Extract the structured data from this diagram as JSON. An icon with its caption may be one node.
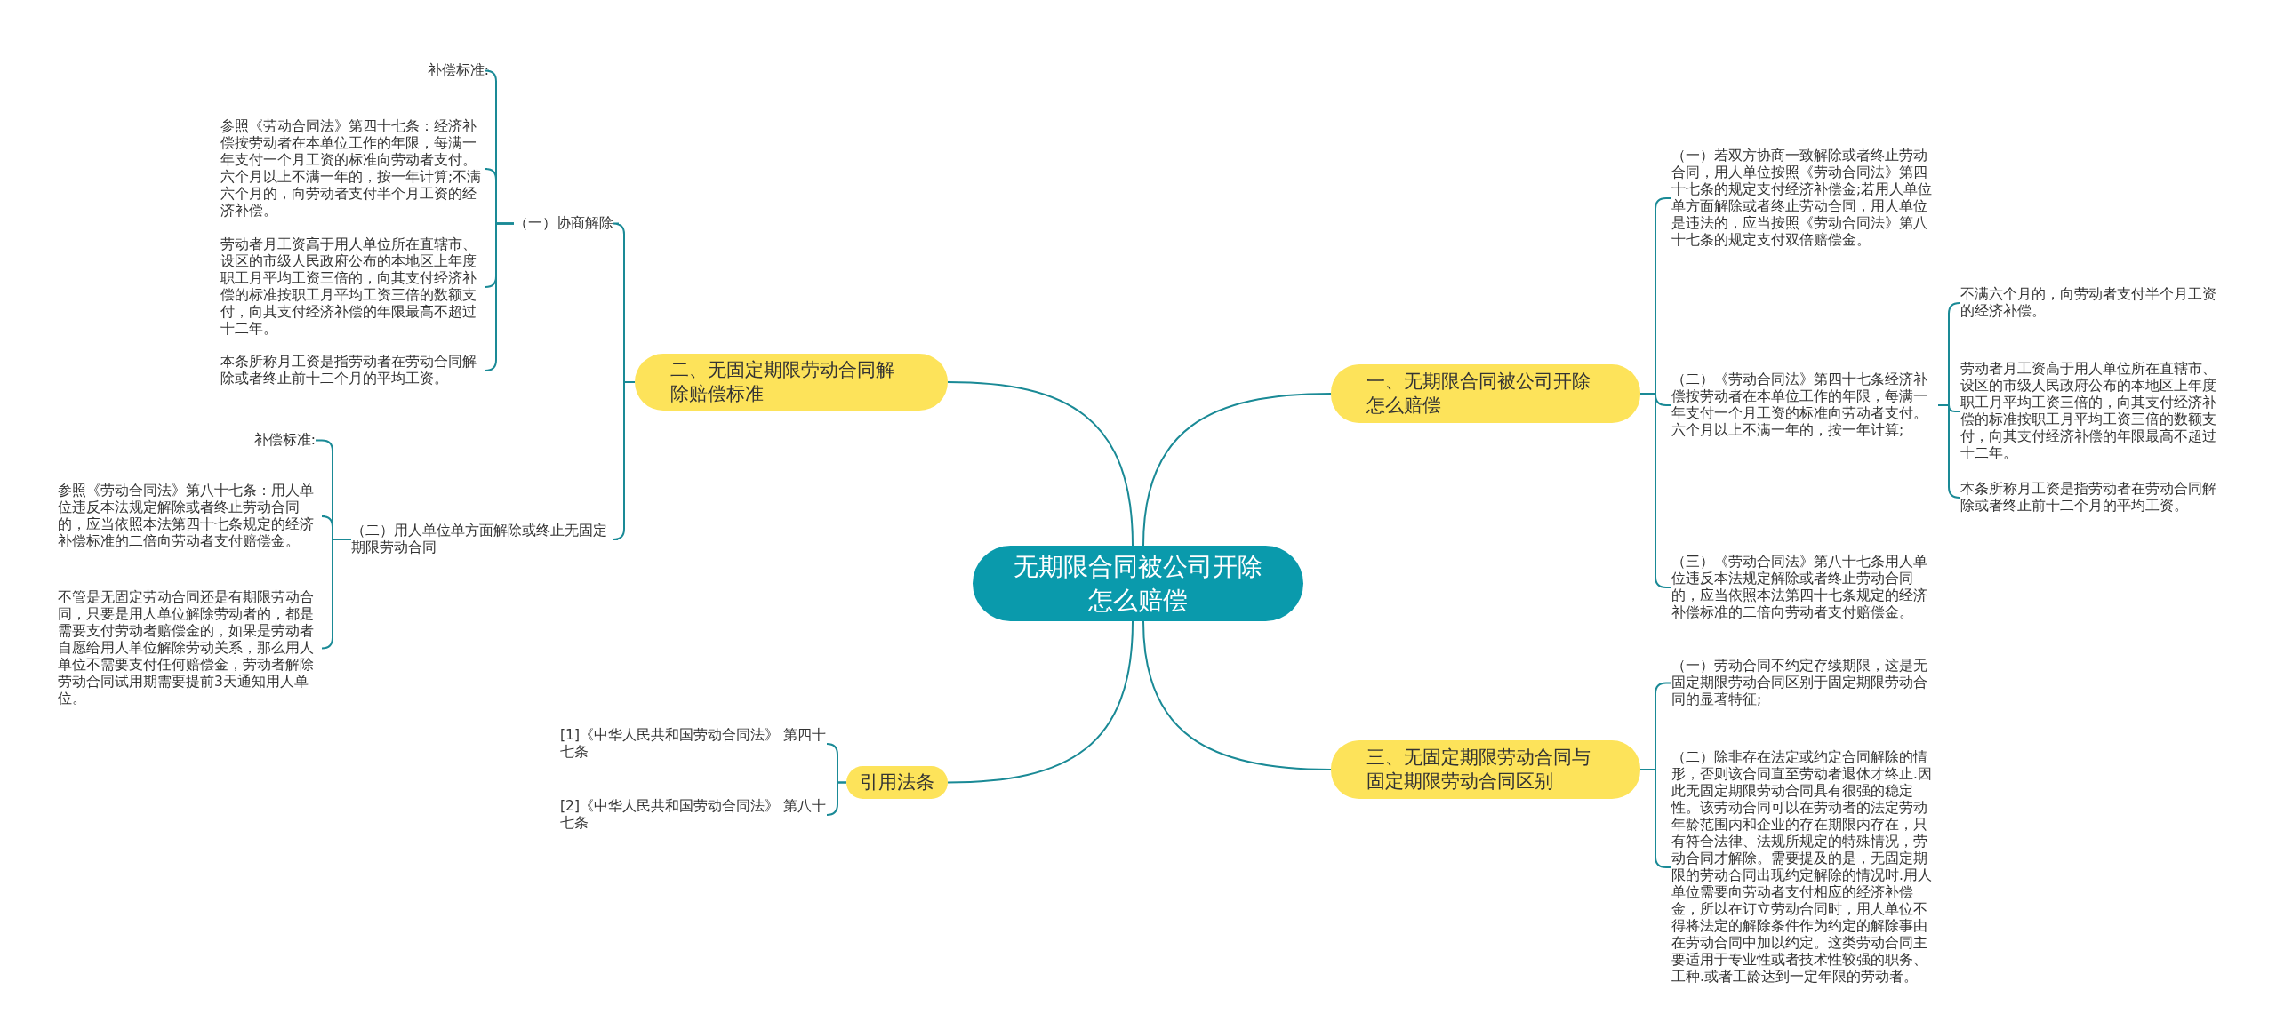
{
  "diagram": {
    "nodes": [
      {
        "text": [
          "无期限合同被公司开除怎么赔偿"
        ]
      },
      {
        "text": [
          "一、无期限合同被公司开除怎么赔偿"
        ]
      },
      {
        "text": [
          "（一）若双方协商一致解除或者终止劳动合同，用人单位按照《劳动合同法》第四十七条的规定支付经济补偿金;若用人单位单方面解除或者终止劳动合同，用人单位是违法的，应当按照《劳动合同法》第八十七条的规定支付双倍赔偿金。"
        ]
      },
      {
        "text": [
          "（二）《劳动合同法》第四十七条经济补偿按劳动者在本单位工作的年限，每满一年支付一个月工资的标准向劳动者支付。六个月以上不满一年的，按一年计算;"
        ]
      },
      {
        "text": [
          "不满六个月的，向劳动者支付半个月工资的经济补偿。"
        ]
      },
      {
        "text": [
          "劳动者月工资高于用人单位所在直辖市、设区的市级人民政府公布的本地区上年度职工月平均工资三倍的，向其支付经济补偿的标准按职工月平均工资三倍的数额支付，向其支付经济补偿的年限最高不超过十二年。"
        ]
      },
      {
        "text": [
          "本条所称月工资是指劳动者在劳动合同解除或者终止前十二个月的平均工资。"
        ]
      },
      {
        "text": [
          "（三）《劳动合同法》第八十七条用人单位违反本法规定解除或者终止劳动合同的，应当依照本法第四十七条规定的经济补偿标准的二倍向劳动者支付赔偿金。"
        ]
      },
      {
        "text": [
          "三、无固定期限劳动合同与固定期限劳动合同区别"
        ]
      },
      {
        "text": [
          "（一）劳动合同不约定存续期限，这是无固定期限劳动合同区别于固定期限劳动合同的显著特征;"
        ]
      },
      {
        "text": [
          "（二）除非存在法定或约定合同解除的情形，否则该合同直至劳动者退休才终止.因此无固定期限劳动合同具有很强的稳定性。该劳动合同可以在劳动者的法定劳动年龄范围内和企业的存在期限内存在，只有符合法律、法规所规定的特殊情况，劳动合同才解除。需要提及的是，无固定期限的劳动合同出现约定解除的情况时.用人单位需要向劳动者支付相应的经济补偿金，所以在订立劳动合同时，用人单位不得将法定的解除条件作为约定的解除事由在劳动合同中加以约定。这类劳动合同主要适用于专业性或者技术性较强的职务、工种.或者工龄达到一定年限的劳动者。"
        ]
      },
      {
        "text": [
          "二、无固定期限劳动合同解除赔偿标准"
        ]
      },
      {
        "text": [
          "（一）协商解除"
        ]
      },
      {
        "text": [
          "补偿标准:"
        ]
      },
      {
        "text": [
          "参照《劳动合同法》第四十七条：经济补偿按劳动者在本单位工作的年限，每满一年支付一个月工资的标准向劳动者支付。六个月以上不满一年的，按一年计算;不满六个月的，向劳动者支付半个月工资的经济补偿。"
        ]
      },
      {
        "text": [
          "劳动者月工资高于用人单位所在直辖市、设区的市级人民政府公布的本地区上年度职工月平均工资三倍的，向其支付经济补偿的标准按职工月平均工资三倍的数额支付，向其支付经济补偿的年限最高不超过十二年。"
        ]
      },
      {
        "text": [
          "本条所称月工资是指劳动者在劳动合同解除或者终止前十二个月的平均工资。"
        ]
      },
      {
        "text": [
          "（二）用人单位单方面解除或终止无固定期限劳动合同"
        ]
      },
      {
        "text": [
          "补偿标准:"
        ]
      },
      {
        "text": [
          "参照《劳动合同法》第八十七条：用人单位违反本法规定解除或者终止劳动合同的，应当依照本法第四十七条规定的经济补偿标准的二倍向劳动者支付赔偿金。"
        ]
      },
      {
        "text": [
          "不管是无固定劳动合同还是有期限劳动合同，只要是用人单位解除劳动者的，都是需要支付劳动者赔偿金的，如果是劳动者自愿给用人单位解除劳动关系，那么用人单位不需要支付任何赔偿金，劳动者解除劳动合同试用期需要提前3天通知用人单位。"
        ]
      },
      {
        "text": [
          "引用法条"
        ]
      },
      {
        "text": [
          "[1]《中华人民共和国劳动合同法》 第四十七条"
        ]
      },
      {
        "text": [
          "[2]《中华人民共和国劳动合同法》 第八十七条"
        ]
      }
    ],
    "edges": [
      {
        "from": 0,
        "to": 1,
        "arrow": "none"
      },
      {
        "from": 1,
        "to": 2,
        "arrow": "none"
      },
      {
        "from": 1,
        "to": 3,
        "arrow": "none"
      },
      {
        "from": 3,
        "to": 4,
        "arrow": "none"
      },
      {
        "from": 3,
        "to": 5,
        "arrow": "none"
      },
      {
        "from": 3,
        "to": 6,
        "arrow": "none"
      },
      {
        "from": 1,
        "to": 7,
        "arrow": "none"
      },
      {
        "from": 0,
        "to": 8,
        "arrow": "none"
      },
      {
        "from": 8,
        "to": 9,
        "arrow": "none"
      },
      {
        "from": 8,
        "to": 10,
        "arrow": "none"
      },
      {
        "from": 0,
        "to": 11,
        "arrow": "none"
      },
      {
        "from": 11,
        "to": 12,
        "arrow": "none"
      },
      {
        "from": 12,
        "to": 13,
        "arrow": "none"
      },
      {
        "from": 12,
        "to": 14,
        "arrow": "none"
      },
      {
        "from": 12,
        "to": 15,
        "arrow": "none"
      },
      {
        "from": 12,
        "to": 16,
        "arrow": "none"
      },
      {
        "from": 11,
        "to": 17,
        "arrow": "none"
      },
      {
        "from": 17,
        "to": 18,
        "arrow": "none"
      },
      {
        "from": 17,
        "to": 19,
        "arrow": "none"
      },
      {
        "from": 17,
        "to": 20,
        "arrow": "none"
      },
      {
        "from": 0,
        "to": 21,
        "arrow": "none"
      },
      {
        "from": 21,
        "to": 22,
        "arrow": "none"
      },
      {
        "from": 21,
        "to": 23,
        "arrow": "none"
      }
    ]
  }
}
